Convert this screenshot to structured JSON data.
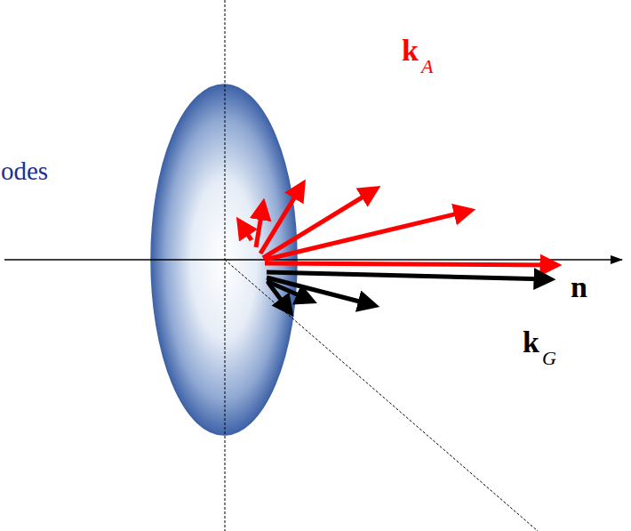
{
  "diagram": {
    "labels": [
      "odes",
      "k",
      "A",
      "n",
      "k",
      "G"
    ]
  }
}
